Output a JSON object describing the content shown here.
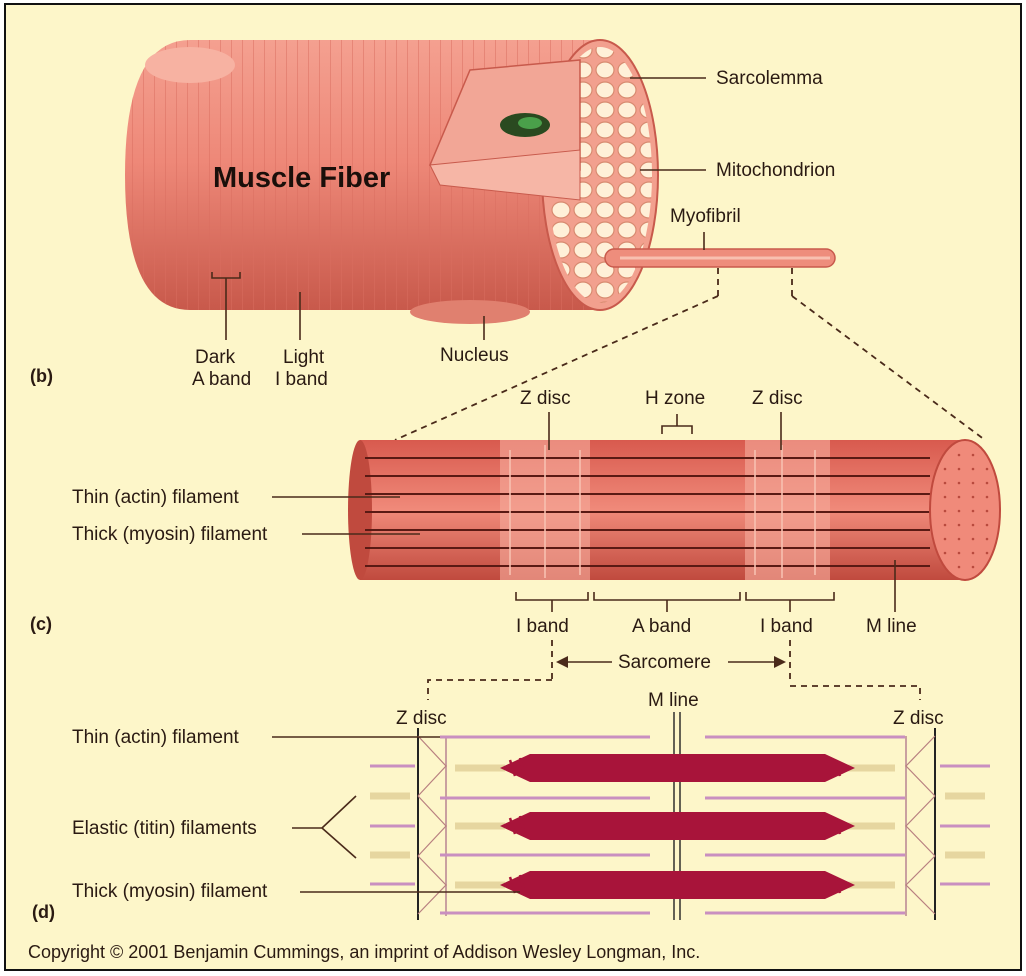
{
  "panel_b": {
    "part": "(b)",
    "title": "Muscle Fiber",
    "sarcolemma": "Sarcolemma",
    "mitochondrion": "Mitochondrion",
    "myofibril": "Myofibril",
    "dark_1": "Dark",
    "dark_2": "A band",
    "light_1": "Light",
    "light_2": "I band",
    "nucleus": "Nucleus"
  },
  "panel_c": {
    "part": "(c)",
    "z_disc_left": "Z disc",
    "h_zone": "H zone",
    "z_disc_right": "Z disc",
    "thin": "Thin (actin) filament",
    "thick": "Thick (myosin) filament",
    "i_band_left": "I band",
    "a_band": "A band",
    "i_band_right": "I band",
    "m_line": "M line"
  },
  "panel_d": {
    "part": "(d)",
    "sarcomere": "Sarcomere",
    "m_line": "M line",
    "z_disc_left": "Z disc",
    "z_disc_right": "Z disc",
    "thin": "Thin (actin) filament",
    "elastic": "Elastic (titin) filaments",
    "thick": "Thick (myosin) filament"
  },
  "copyright": "Copyright © 2001 Benjamin Cummings, an imprint of Addison Wesley Longman, Inc.",
  "colors": {
    "background": "#fdf6c9",
    "muscle": "#e9796a",
    "muscle_dark": "#b94a3e",
    "myosin": "#a8143a",
    "titin": "#c98fc0"
  }
}
